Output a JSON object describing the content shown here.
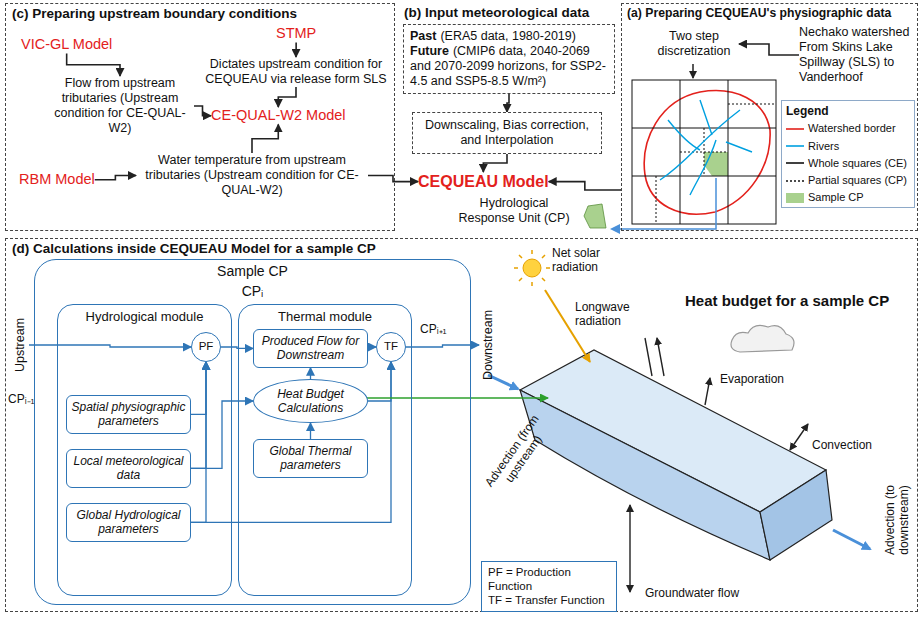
{
  "diagram": {
    "nodes": [
      {
        "text": [
          "(c) Preparing upstream boundary conditions"
        ]
      },
      {
        "text": [
          "VIC-GL Model"
        ],
        "in": 0
      },
      {
        "text": [
          "STMP"
        ],
        "in": 0
      },
      {
        "text": [
          "Dictates upstream condition for CEQUEAU via release form SLS"
        ],
        "in": 0
      },
      {
        "text": [
          "Flow from upstream tributaries (Upstream condition for CE-QUAL-W2)"
        ],
        "in": 0
      },
      {
        "text": [
          "CE-QUAL-W2 Model"
        ],
        "in": 0
      },
      {
        "text": [
          "Water temperature from upstream tributaries (Upstream condition for CE-QUAL-W2)"
        ],
        "in": 0
      },
      {
        "text": [
          "RBM Model"
        ],
        "in": 0
      },
      {
        "text": [
          "(b) Input meteorological data",
          "Past",
          "(ERA5 data, 1980-2019)",
          "Future",
          "(CMIP6 data, 2040-2069 and 2070-2099 horizons, for SSP2-4.5 and SSP5-8.5 W/m²)"
        ]
      },
      {
        "text": [
          "Downscaling, Bias correction, and Interpolation"
        ]
      },
      {
        "text": [
          "CEQUEAU Model"
        ]
      },
      {
        "text": [
          "Hydrological Response Unit (CP)"
        ]
      },
      {
        "text": [
          "(a) Preparing CEQUEAU's physiographic data"
        ]
      },
      {
        "text": [
          "Two step discretization"
        ],
        "in": 12
      },
      {
        "text": [
          "Nechako watershed From Skins Lake Spillway (SLS) to Vanderhoof"
        ],
        "in": 12
      },
      {
        "text": [
          "(d) Calculations inside CEQUEAU Model for a sample CP"
        ]
      },
      {
        "text": [
          "Sample CP",
          "CPᵢ"
        ],
        "in": 15
      },
      {
        "text": [
          "Hydrological module"
        ],
        "in": 16
      },
      {
        "text": [
          "PF"
        ],
        "in": 17
      },
      {
        "text": [
          "Spatial physiographic parameters"
        ],
        "in": 17
      },
      {
        "text": [
          "Local meteorological data"
        ],
        "in": 17
      },
      {
        "text": [
          "Global Hydrological parameters"
        ],
        "in": 17
      },
      {
        "text": [
          "Thermal module"
        ],
        "in": 16
      },
      {
        "text": [
          "Produced Flow for Downstream"
        ],
        "in": 22
      },
      {
        "text": [
          "Heat Budget Calculations"
        ],
        "in": 22
      },
      {
        "text": [
          "Global Thermal parameters"
        ],
        "in": 22
      },
      {
        "text": [
          "TF"
        ],
        "in": 22
      },
      {
        "text": [
          "Upstream"
        ],
        "in": 15
      },
      {
        "text": [
          "Downstream"
        ],
        "in": 15
      },
      {
        "text": [
          "PF = Production Function",
          "TF = Transfer Function"
        ],
        "in": 15
      }
    ],
    "edges": [
      {
        "from": 1,
        "to": 4,
        "arrow": "to"
      },
      {
        "from": 2,
        "to": 3,
        "arrow": "to"
      },
      {
        "from": 4,
        "to": 5,
        "arrow": "to"
      },
      {
        "from": 3,
        "to": 5,
        "arrow": "to"
      },
      {
        "from": 7,
        "to": 6,
        "arrow": "to"
      },
      {
        "from": 6,
        "to": 5,
        "arrow": "to"
      },
      {
        "from": 6,
        "to": 10,
        "arrow": "to"
      },
      {
        "from": 8,
        "to": 9,
        "arrow": "to"
      },
      {
        "from": 9,
        "to": 10,
        "arrow": "to"
      },
      {
        "from": 14,
        "to": 13,
        "arrow": "to"
      },
      {
        "from": 12,
        "to": 10,
        "arrow": "to"
      },
      {
        "from": 27,
        "to": 18,
        "arrow": "to"
      },
      {
        "from": 18,
        "to": 23,
        "arrow": "to"
      },
      {
        "from": 23,
        "to": 26,
        "arrow": "to"
      },
      {
        "from": 26,
        "to": 28,
        "arrow": "to"
      },
      {
        "from": 19,
        "to": 18,
        "arrow": "to"
      },
      {
        "from": 20,
        "to": 18,
        "arrow": "to"
      },
      {
        "from": 21,
        "to": 18,
        "arrow": "to"
      },
      {
        "from": 20,
        "to": 24,
        "arrow": "to"
      },
      {
        "from": 21,
        "to": 26,
        "arrow": "to"
      },
      {
        "from": 25,
        "to": 24,
        "arrow": "to"
      },
      {
        "from": 24,
        "to": 23,
        "arrow": "to"
      },
      {
        "from": 24,
        "to": 26,
        "arrow": "to"
      }
    ],
    "labels": [
      "CPᵢ₋₁",
      "CPᵢ₊₁",
      "Heat budget for a sample CP",
      "Net solar radiation",
      "Longwave radiation",
      "Evaporation",
      "Convection",
      "Advection (from upstream)",
      "Advection (to downstream)",
      "Groundwater flow",
      "Legend"
    ],
    "legend": [
      {
        "text": "Watershed border"
      },
      {
        "text": "Rivers"
      },
      {
        "text": "Whole squares (CE)"
      },
      {
        "text": "Partial squares (CP)"
      },
      {
        "text": "Sample CP",
        "color": "#a9d18e"
      }
    ]
  }
}
